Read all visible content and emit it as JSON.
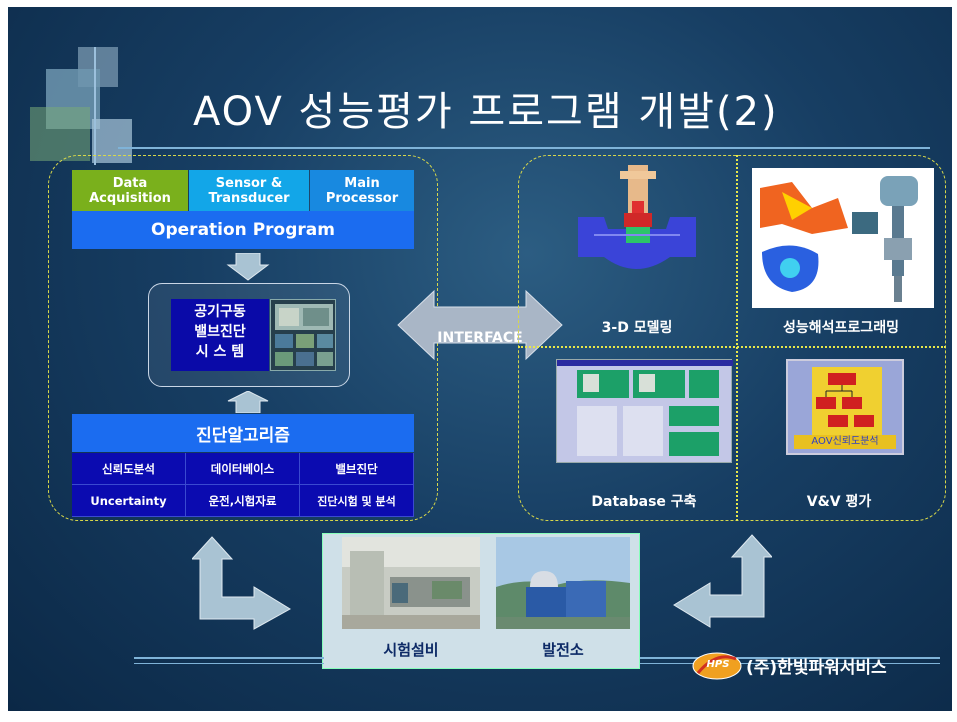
{
  "title": "AOV 성능평가 프로그램 개발(2)",
  "left_panel": {
    "headers": [
      {
        "label": "Data\nAcquisition",
        "color": "#7ab01c"
      },
      {
        "label": "Sensor &\nTransducer",
        "color": "#12a6e8"
      },
      {
        "label": "Main\nProcessor",
        "color": "#1889e0"
      }
    ],
    "operation_program": "Operation Program",
    "system_name_lines": [
      "공기구동",
      "밸브진단",
      "시 스 템"
    ],
    "algorithm_title": "진단알고리즘",
    "algorithm_cells": [
      "신뢰도분석",
      "데이터베이스",
      "밸브진단",
      "Uncertainty",
      "운전,시험자료",
      "진단시험 및 분석"
    ]
  },
  "interface_label": "INTERFACE",
  "right_panel": {
    "modeling_label": "3-D 모델링",
    "analysis_label": "성능해석프로그래밍",
    "database_label": "Database 구축",
    "vv_label": "V&V 평가",
    "vv_image_caption": "AOV신뢰도분석"
  },
  "bottom": {
    "photo_labels": [
      "시험설비",
      "발전소"
    ]
  },
  "company": {
    "logo_text": "HPS",
    "name": "(주)한빛파워서비스"
  },
  "colors": {
    "accent_blue": "#1b6cf0",
    "dark_blue": "#0b0bb0",
    "dashed_border": "#d8d84a",
    "arrow_fill": "#a9c3d3"
  }
}
